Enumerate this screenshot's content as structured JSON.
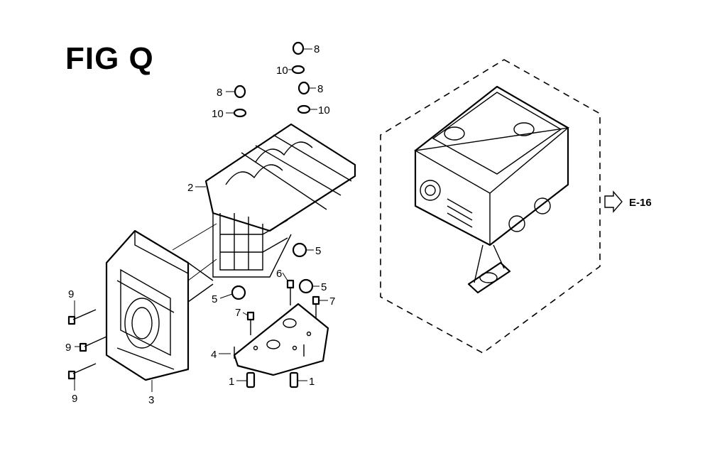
{
  "figure": {
    "title": "FIG Q",
    "reference_label": "E-16",
    "callouts": {
      "p1a": "1",
      "p1b": "1",
      "p2": "2",
      "p3": "3",
      "p4": "4",
      "p5a": "5",
      "p5b": "5",
      "p5c": "5",
      "p6": "6",
      "p7a": "7",
      "p7b": "7",
      "p8a": "8",
      "p8b": "8",
      "p8c": "8",
      "p9a": "9",
      "p9b": "9",
      "p9c": "9",
      "p10a": "10",
      "p10b": "10",
      "p10c": "10"
    }
  }
}
